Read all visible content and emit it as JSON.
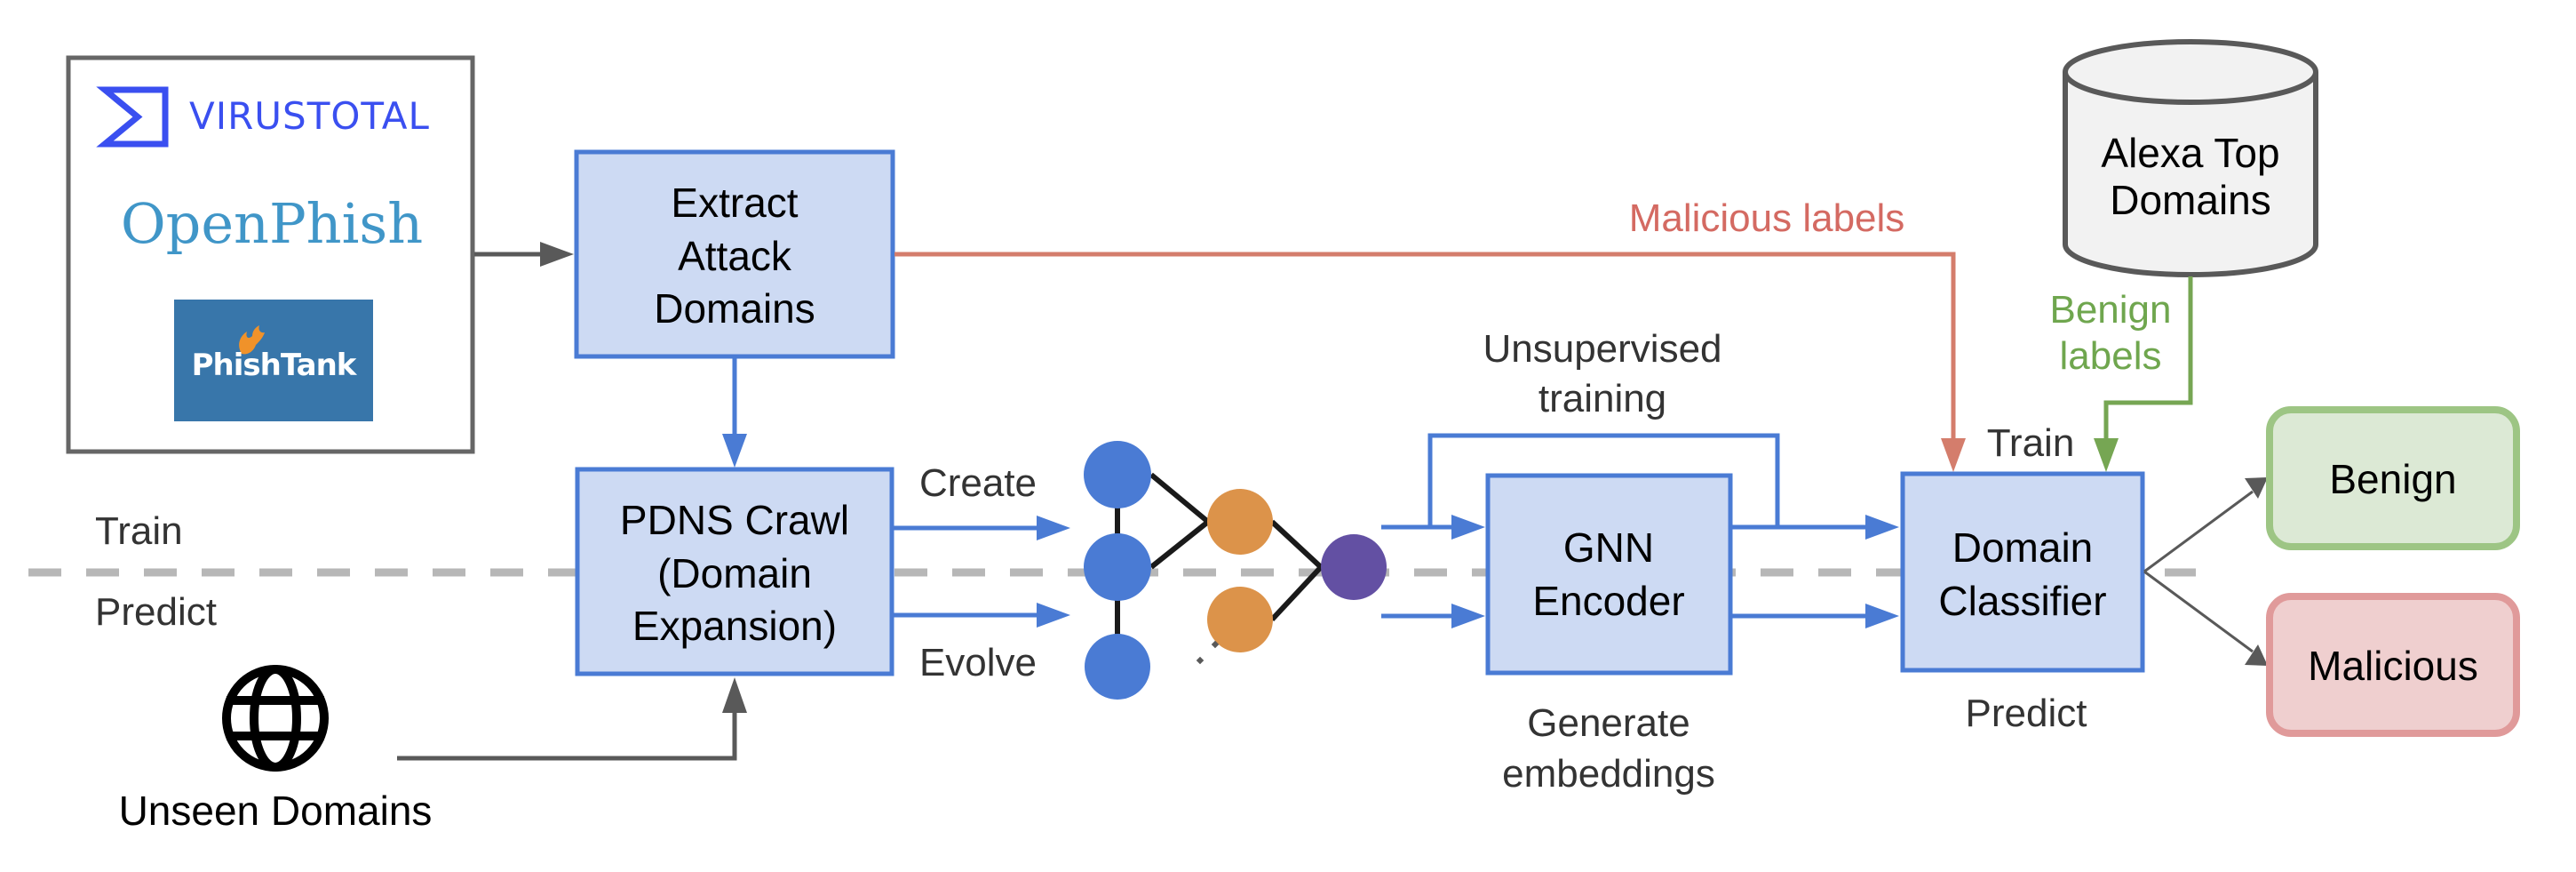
{
  "title": "Attack domain detection pipeline",
  "colors": {
    "process_fill": "#cddaf3",
    "process_stroke": "#4a7bd4",
    "flow_blue": "#4a7bd4",
    "malicious_line": "#d47d6c",
    "benign_line": "#76a653",
    "gray_line": "#595959",
    "phase_divider": "#b7b7b7",
    "benign_fill": "#dce9d5",
    "benign_stroke": "#9dc584",
    "malicious_fill": "#efcfcf",
    "malicious_stroke": "#e09a9a",
    "node_blue": "#4a7bd4",
    "node_orange": "#dc934a",
    "node_purple": "#6350a3",
    "db_fill": "#f2f2f2",
    "db_stroke": "#595959"
  },
  "sources": {
    "virustotal": "VIRUSTOTAL",
    "openphish": "OpenPhish",
    "phishtank": "PhishTank"
  },
  "phases": {
    "train": "Train",
    "predict": "Predict"
  },
  "nodes": {
    "extract": [
      "Extract",
      "Attack",
      "Domains"
    ],
    "pdns": [
      "PDNS Crawl",
      "(Domain",
      "Expansion)"
    ],
    "gnn": [
      "GNN",
      "Encoder"
    ],
    "classifier": [
      "Domain",
      "Classifier"
    ],
    "alexa": [
      "Alexa Top",
      "Domains"
    ],
    "benign": "Benign",
    "malicious": "Malicious",
    "unseen": "Unseen Domains"
  },
  "edge_labels": {
    "create": "Create",
    "evolve": "Evolve",
    "unsupervised": [
      "Unsupervised",
      "training"
    ],
    "generate": [
      "Generate",
      "embeddings"
    ],
    "malicious_labels": "Malicious labels",
    "benign_labels": [
      "Benign",
      "labels"
    ],
    "classifier_train": "Train",
    "classifier_predict": "Predict"
  },
  "icons": {
    "globe": "globe-icon",
    "virustotal_logo": "sigma-logo-icon",
    "phishtank_logo": "flame-icon",
    "database": "cylinder-database-icon"
  }
}
